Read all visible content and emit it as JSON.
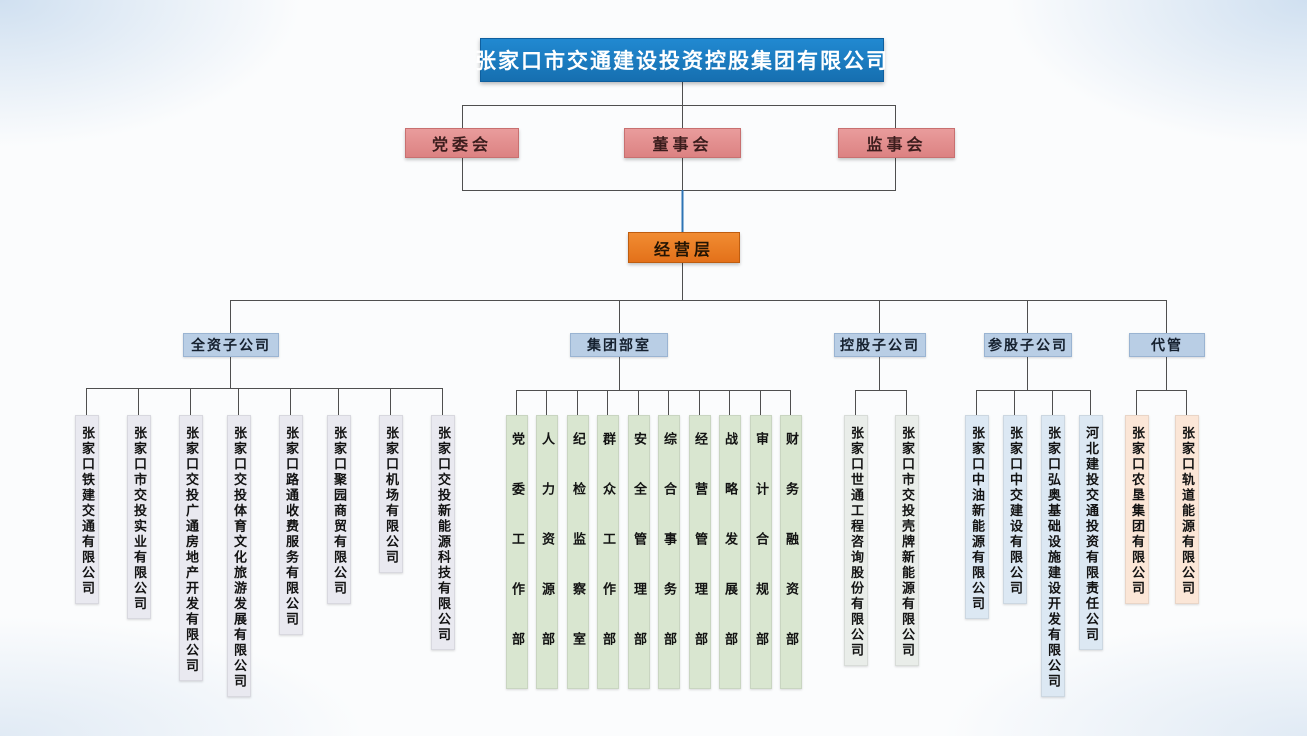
{
  "root": {
    "label": "张家口市交通建设投资控股集团有限公司"
  },
  "governance": [
    {
      "label": "党委会"
    },
    {
      "label": "董事会"
    },
    {
      "label": "监事会"
    }
  ],
  "management": {
    "label": "经营层"
  },
  "categories": [
    {
      "label": "全资子公司",
      "items": [
        "张家口铁建交通有限公司",
        "张家口市交投实业有限公司",
        "张家口交投广通房地产开发有限公司",
        "张家口交投体育文化旅游发展有限公司",
        "张家口路通收费服务有限公司",
        "张家口聚园商贸有限公司",
        "张家口机场有限公司",
        "张家口交投新能源科技有限公司"
      ]
    },
    {
      "label": "集团部室",
      "items": [
        "党委工作部",
        "人力资源部",
        "纪检监察室",
        "群众工作部",
        "安全管理部",
        "综合事务部",
        "经营管理部",
        "战略发展部",
        "审计合规部",
        "财务融资部"
      ]
    },
    {
      "label": "控股子公司",
      "items": [
        "张家口世通工程咨询股份有限公司",
        "张家口市交投壳牌新能源有限公司"
      ]
    },
    {
      "label": "参股子公司",
      "items": [
        "张家口中油新能源有限公司",
        "张家口中交建设有限公司",
        "张家口弘奥基础设施建设开发有限公司",
        "河北建投交通投资有限责任公司"
      ]
    },
    {
      "label": "代管",
      "items": [
        "张家口农垦集团有限公司",
        "张家口轨道能源有限公司"
      ]
    }
  ],
  "colors": {
    "root_box": "#1b7cc2",
    "governance_box": "#e18f8f",
    "management_box": "#ec7a24",
    "category_box": "#b9cee5",
    "wholly_owned_strip": "#e9e9f0",
    "department_strip": "#d9e6d0",
    "holding_strip": "#e9ede9",
    "equity_strip": "#dce8f3",
    "managed_strip": "#fbe6d7",
    "connector_line": "#4f4f4f",
    "connector_accent": "#2e74b5"
  }
}
